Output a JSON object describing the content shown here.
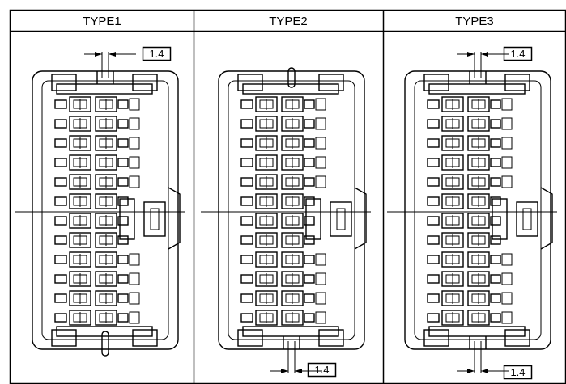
{
  "panels": [
    {
      "title": "TYPE1",
      "callout": "1.4",
      "callout_position": "top",
      "center_key": "top-notch-and-bottom-pin"
    },
    {
      "title": "TYPE2",
      "callout": "1.4",
      "callout_position": "bottom",
      "center_key": "top-pin-and-bottom-notch"
    },
    {
      "title": "TYPE3",
      "callout": "1.4",
      "callout_position": "both",
      "center_key": "top-and-bottom-notch"
    }
  ],
  "colors": {
    "line": "#000000",
    "background": "#ffffff"
  }
}
